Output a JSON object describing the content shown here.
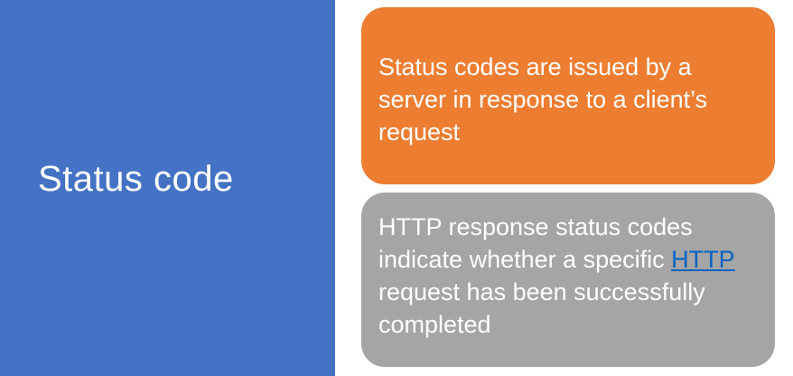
{
  "title": "Status code",
  "boxes": {
    "orange": {
      "text": "Status codes are issued by a server in response to a client’s request",
      "color": "#ed7d31"
    },
    "gray": {
      "text_before_link": "HTTP response status codes indicate whether a specific ",
      "link_text": "HTTP ",
      "text_after_link": "request has been successfully completed",
      "color": "#a5a5a5",
      "link_color": "#0563c1"
    }
  },
  "title_panel_color": "#4472c4"
}
